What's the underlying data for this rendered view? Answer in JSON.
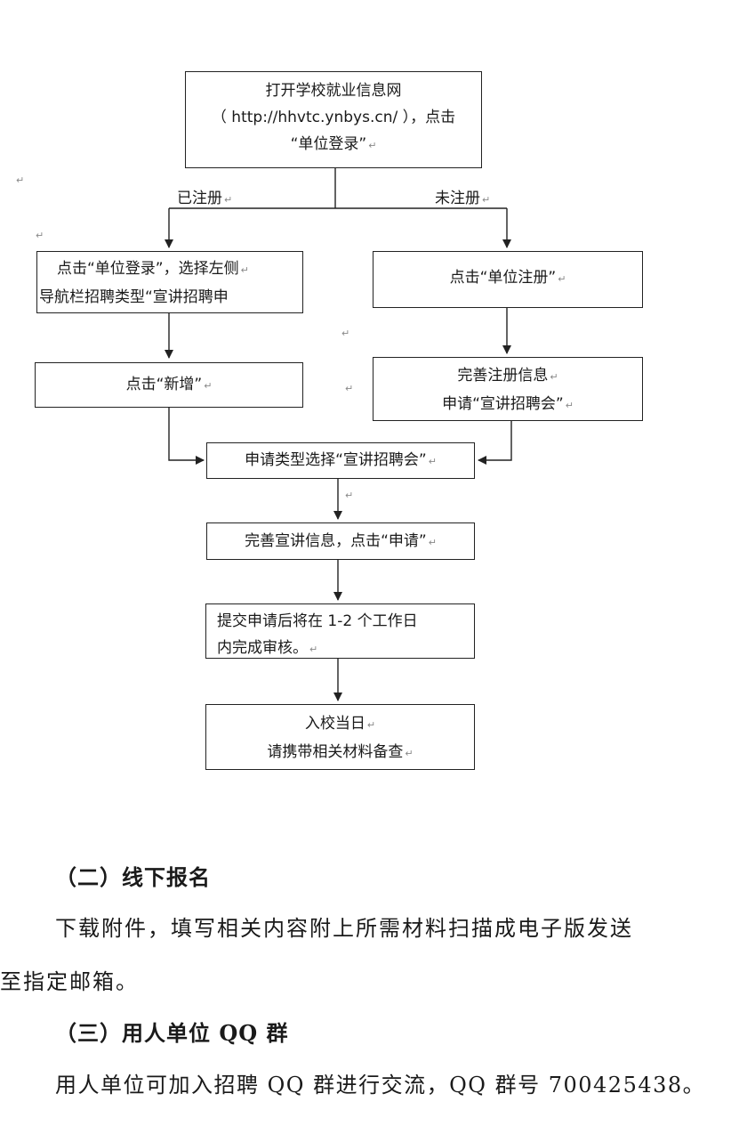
{
  "flowchart": {
    "start": [
      "打开学校就业信息网",
      "（ http://hhvtc.ynbys.cn/ ），点击",
      "“单位登录”"
    ],
    "label_registered": "已注册",
    "label_unregistered": "未注册",
    "registered_login": [
      "点击“单位登录”，选择左侧",
      "导航栏招聘类型“宣讲招聘申"
    ],
    "unregistered_register": "点击“单位注册”",
    "click_add": "点击“新增”",
    "complete_registration": [
      "完善注册信息",
      "申请“宣讲招聘会”"
    ],
    "select_type": "申请类型选择“宣讲招聘会”",
    "complete_info": "完善宣讲信息，点击“申请”",
    "review": [
      "提交申请后将在  1-2  个工作日",
      "内完成审核。"
    ],
    "visit": [
      "入校当日",
      "请携带相关材料备查"
    ]
  },
  "sections": {
    "offline_heading": "（二）线下报名",
    "offline_text_1": "下载附件，填写相关内容附上所需材料扫描成电子版发送",
    "offline_text_2": "至指定邮箱。",
    "qq_heading": "（三）用人单位 QQ 群",
    "qq_text": "用人单位可加入招聘 QQ 群进行交流，QQ 群号 700425438。"
  }
}
